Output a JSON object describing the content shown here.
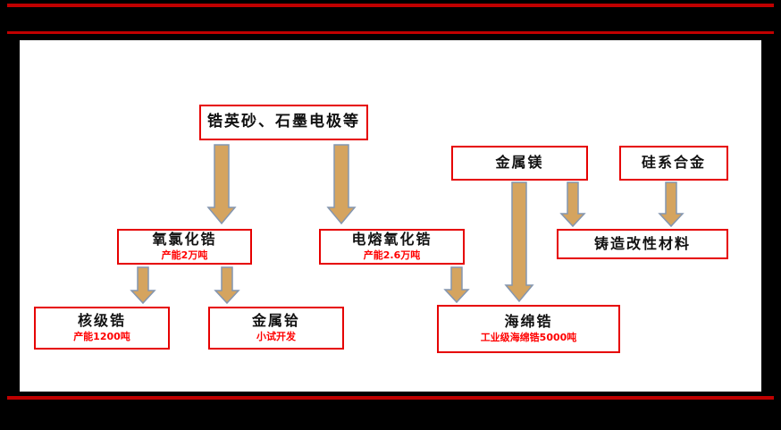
{
  "diagram": {
    "title": "zirconium-products-flowchart",
    "nodes": {
      "raw_materials": {
        "label": "锆英砂、石墨电极等",
        "note": ""
      },
      "magnesium": {
        "label": "金属镁",
        "note": ""
      },
      "silicon_alloy": {
        "label": "硅系合金",
        "note": ""
      },
      "zirconium_oxychloride": {
        "label": "氧氯化锆",
        "note": "产能2万吨"
      },
      "fused_zirconia": {
        "label": "电熔氧化锆",
        "note": "产能2.6万吨"
      },
      "casting_materials": {
        "label": "铸造改性材料",
        "note": ""
      },
      "nuclear_grade_zirconium": {
        "label": "核级锆",
        "note": "产能1200吨"
      },
      "hafnium_metal": {
        "label": "金属铪",
        "note": "小试开发"
      },
      "sponge_zirconium": {
        "label": "海绵锆",
        "note": "工业级海绵锆5000吨"
      }
    },
    "edges": [
      {
        "from": "raw_materials",
        "to": "zirconium_oxychloride"
      },
      {
        "from": "raw_materials",
        "to": "fused_zirconia"
      },
      {
        "from": "zirconium_oxychloride",
        "to": "nuclear_grade_zirconium"
      },
      {
        "from": "zirconium_oxychloride",
        "to": "hafnium_metal"
      },
      {
        "from": "fused_zirconia",
        "to": "sponge_zirconium"
      },
      {
        "from": "magnesium",
        "to": "sponge_zirconium"
      },
      {
        "from": "magnesium",
        "to": "casting_materials"
      },
      {
        "from": "silicon_alloy",
        "to": "casting_materials"
      }
    ],
    "colors": {
      "background": "#000000",
      "panel": "#ffffff",
      "frame_line": "#c00000",
      "box_border": "#e60000",
      "label_text": "#111111",
      "note_text": "#ff0000",
      "arrow_fill": "#d5a45f",
      "arrow_stroke": "#8496b0"
    }
  }
}
